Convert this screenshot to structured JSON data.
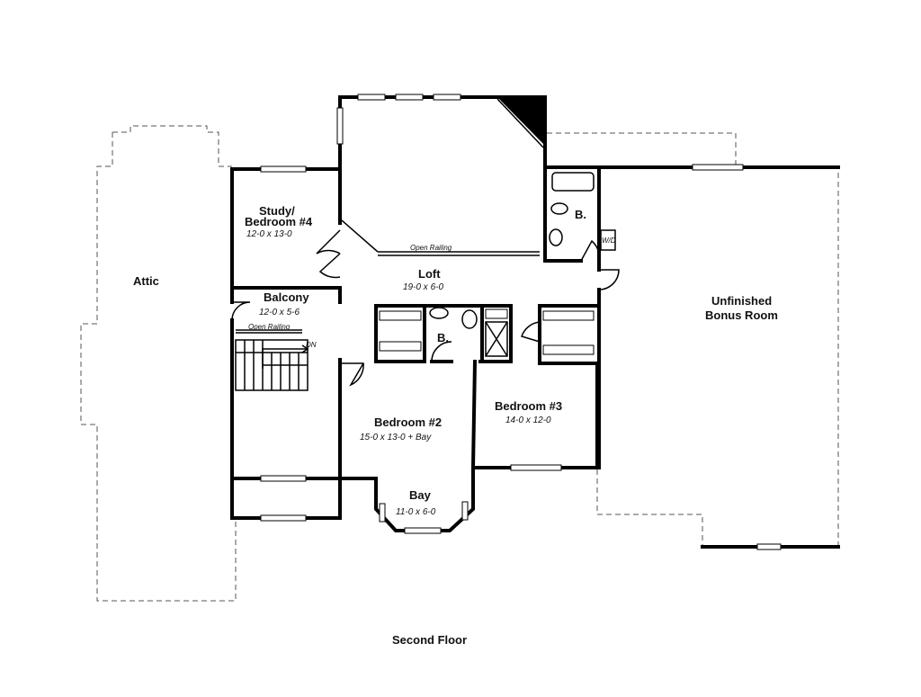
{
  "rooms": {
    "attic": {
      "name": "Attic"
    },
    "study": {
      "name_line1": "Study/",
      "name_line2": "Bedroom #4",
      "dims": "12-0 x 13-0"
    },
    "loft": {
      "name": "Loft",
      "dims": "19-0 x 6-0"
    },
    "balcony": {
      "name": "Balcony",
      "dims": "12-0 x 5-6"
    },
    "bath_upper": {
      "name": "B."
    },
    "bath_center": {
      "name": "B."
    },
    "bonus": {
      "name_line1": "Unfinished",
      "name_line2": "Bonus Room"
    },
    "bedroom2": {
      "name": "Bedroom #2",
      "dims": "15-0 x 13-0 + Bay"
    },
    "bedroom3": {
      "name": "Bedroom #3",
      "dims": "14-0 x 12-0"
    },
    "bay": {
      "name": "Bay",
      "dims": "11-0 x 6-0"
    }
  },
  "notes": {
    "open_railing_loft": "Open Railing",
    "open_railing_balcony": "Open Railing",
    "stair_dn": "DN",
    "washer_dryer": "W/D"
  },
  "caption": "Second Floor"
}
